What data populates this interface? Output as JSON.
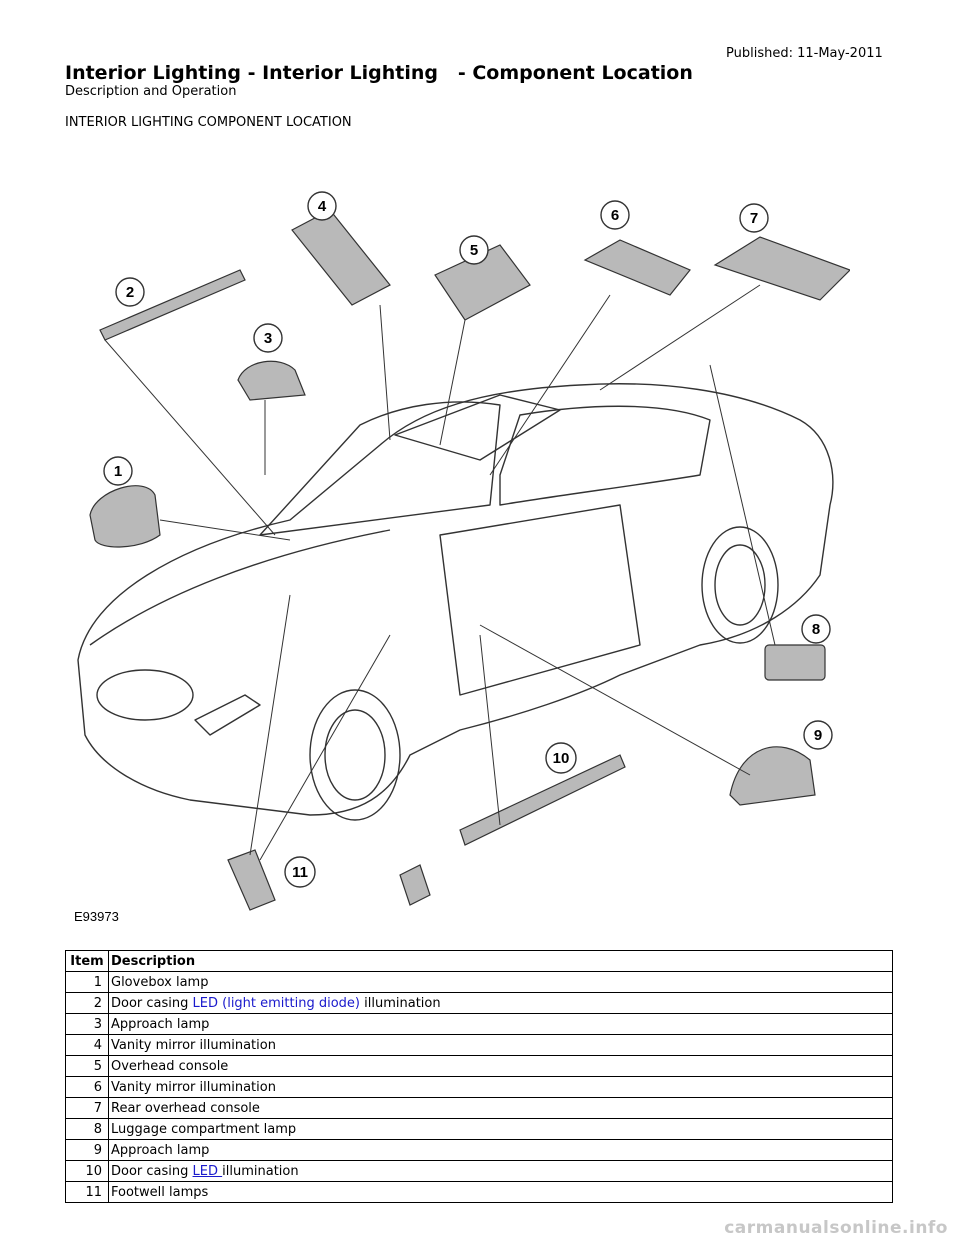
{
  "header": {
    "published": "Published: 11-May-2011",
    "title": "Interior Lighting - Interior Lighting   - Component Location",
    "subtitle": "Description and Operation",
    "section_heading": "INTERIOR LIGHTING COMPONENT LOCATION"
  },
  "diagram": {
    "figure_id": "E93973",
    "callouts": [
      "1",
      "2",
      "3",
      "4",
      "5",
      "6",
      "7",
      "8",
      "9",
      "10",
      "11"
    ]
  },
  "table": {
    "headers": {
      "item": "Item",
      "description": "Description"
    },
    "rows": [
      {
        "item": "1",
        "pre": "Glovebox lamp"
      },
      {
        "item": "2",
        "pre": "Door casing ",
        "term": "LED (light emitting diode)",
        "post": " illumination"
      },
      {
        "item": "3",
        "pre": "Approach lamp"
      },
      {
        "item": "4",
        "pre": "Vanity mirror illumination"
      },
      {
        "item": "5",
        "pre": "Overhead console"
      },
      {
        "item": "6",
        "pre": "Vanity mirror illumination"
      },
      {
        "item": "7",
        "pre": "Rear overhead console"
      },
      {
        "item": "8",
        "pre": "Luggage compartment lamp"
      },
      {
        "item": "9",
        "pre": "Approach lamp"
      },
      {
        "item": "10",
        "pre": "Door casing ",
        "link": "LED ",
        "post": "illumination"
      },
      {
        "item": "11",
        "pre": "Footwell lamps"
      }
    ]
  },
  "footer": {
    "watermark": "carmanualsonline.info"
  },
  "colors": {
    "link": "#1a1acc",
    "watermark": "#c7c7c7",
    "diagram_line": "#333333",
    "component_fill": "#b9b9b9"
  }
}
